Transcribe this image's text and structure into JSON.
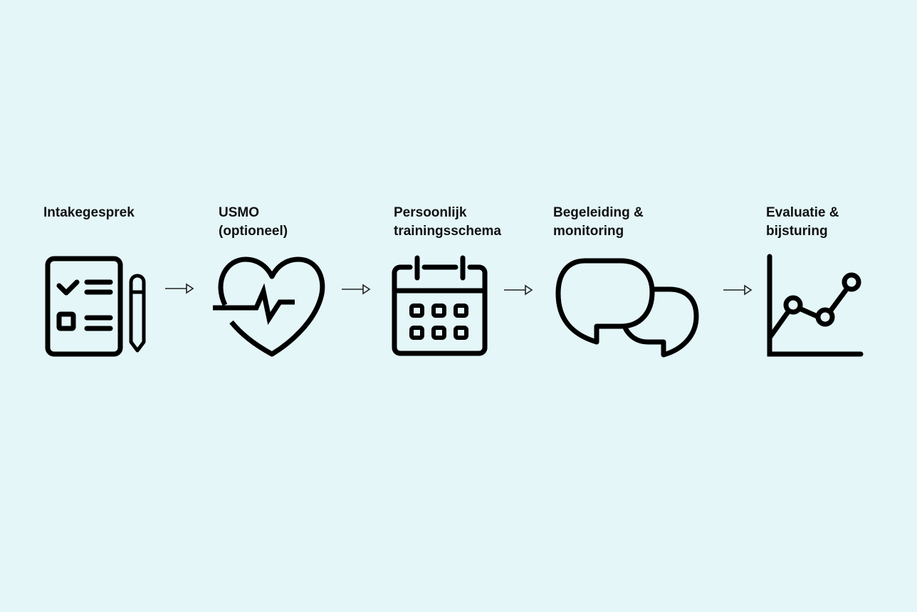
{
  "background_color": "#e4f6f8",
  "steps": [
    {
      "label": "Intakegesprek",
      "icon": "clipboard-checklist-icon"
    },
    {
      "label": "USMO\n(optioneel)",
      "icon": "heartbeat-icon"
    },
    {
      "label": "Persoonlijk\ntrainingsschema",
      "icon": "calendar-icon"
    },
    {
      "label": "Begeleiding &\nmonitoring",
      "icon": "chat-bubbles-icon"
    },
    {
      "label": "Evaluatie &\nbijsturing",
      "icon": "line-chart-icon"
    }
  ]
}
